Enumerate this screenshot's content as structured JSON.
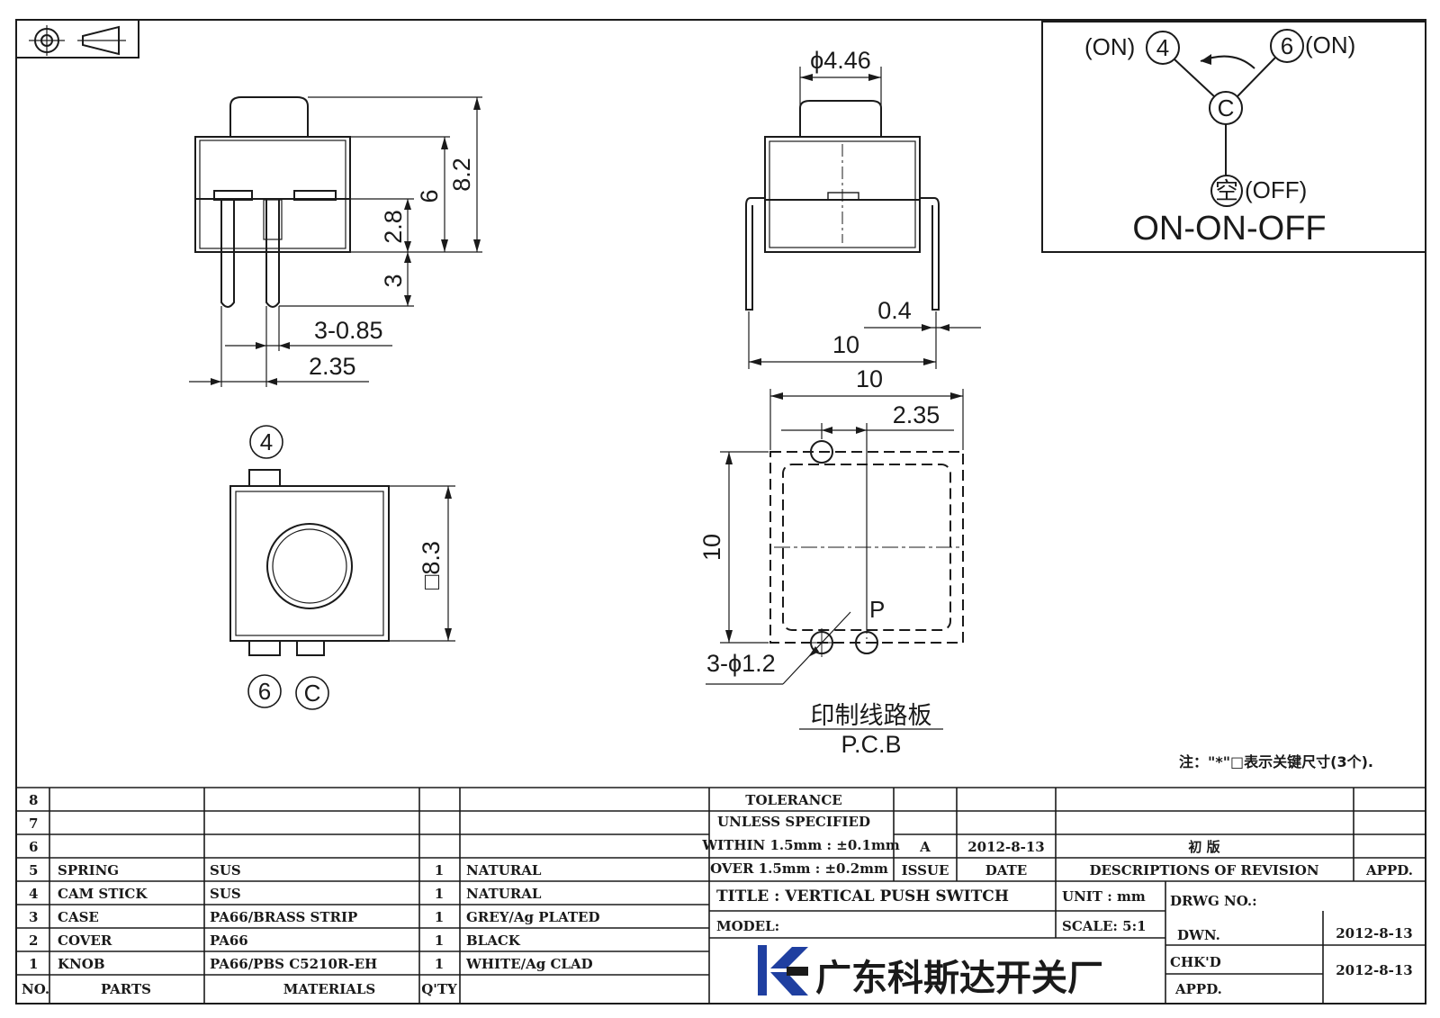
{
  "drawing": {
    "side_view": {
      "d_height_total": "8.2",
      "d_height_body": "6",
      "d_pin_step": "2.8",
      "d_pin_len": "3",
      "d_pin_width": "3-0.85",
      "d_pitch": "2.35"
    },
    "front_view": {
      "d_knob_dia": "ϕ4.46",
      "d_lead_thk": "0.4",
      "d_width": "10"
    },
    "top_view": {
      "pin_top": "4",
      "pin_bottom_left": "6",
      "pin_bottom_right": "C",
      "d_square": "□8.3"
    },
    "pcb_view": {
      "d_width": "10",
      "d_offset": "2.35",
      "d_height": "10",
      "d_holes": "3-ϕ1.2",
      "label_p": "P",
      "title_cn": "印制线路板",
      "title_en": "P.C.B"
    },
    "schematic": {
      "on_left": "(ON)",
      "pin_left": "4",
      "pin_right": "6",
      "on_right": "(ON)",
      "pin_common": "C",
      "pin_empty": "空",
      "off_label": "(OFF)",
      "mode": "ON-ON-OFF"
    },
    "note": "注：\"*\"□表示关键尺寸(3个)."
  },
  "parts_table": {
    "rows": [
      {
        "no": "8",
        "part": "",
        "material": "",
        "qty": "",
        "finish": ""
      },
      {
        "no": "7",
        "part": "",
        "material": "",
        "qty": "",
        "finish": ""
      },
      {
        "no": "6",
        "part": "",
        "material": "",
        "qty": "",
        "finish": ""
      },
      {
        "no": "5",
        "part": "SPRING",
        "material": "SUS",
        "qty": "1",
        "finish": "NATURAL"
      },
      {
        "no": "4",
        "part": "CAM STICK",
        "material": "SUS",
        "qty": "1",
        "finish": "NATURAL"
      },
      {
        "no": "3",
        "part": "CASE",
        "material": "PA66/BRASS STRIP",
        "qty": "1",
        "finish": "GREY/Ag PLATED"
      },
      {
        "no": "2",
        "part": "COVER",
        "material": "PA66",
        "qty": "1",
        "finish": "BLACK"
      },
      {
        "no": "1",
        "part": "KNOB",
        "material": "PA66/PBS C5210R-EH",
        "qty": "1",
        "finish": "WHITE/Ag CLAD"
      }
    ],
    "header": {
      "no": "NO.",
      "parts": "PARTS",
      "materials": "MATERIALS",
      "qty": "Q'TY"
    }
  },
  "title_block": {
    "tol_1": "TOLERANCE",
    "tol_2": "UNLESS SPECIFIED",
    "tol_3": "WITHIN 1.5mm : ±0.1mm",
    "tol_4": "OVER 1.5mm : ±0.2mm",
    "issue_val": "A",
    "date_val": "2012-8-13",
    "desc_val": "初 版",
    "issue_hdr": "ISSUE",
    "date_hdr": "DATE",
    "desc_hdr": "DESCRIPTIONS OF REVISION",
    "appd_hdr": "APPD.",
    "title": "TITLE : VERTICAL PUSH SWITCH",
    "unit": "UNIT : mm",
    "drwg_no": "DRWG NO.:",
    "model": "MODEL:",
    "scale": "SCALE: 5:1",
    "dwn": "DWN.",
    "dwn_date": "2012-8-13",
    "chkd": "CHK'D",
    "chkd_date": "2012-8-13",
    "appd": "APPD.",
    "company": "广东科斯达开关厂"
  },
  "colors": {
    "ink": "#1a1a1a",
    "logo_blue": "#1f3fa0"
  }
}
